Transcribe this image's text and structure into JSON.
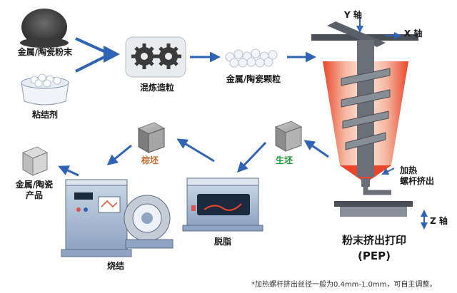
{
  "labels": {
    "metal_ceramic_powder": "金属/陶瓷粉末",
    "binder": "粘结剂",
    "mixing_granulation": "混炼造粒",
    "metal_ceramic_granules": "金属/陶瓷颗粒",
    "y_axis": "Y 轴",
    "x_axis": "X 轴",
    "z_axis": "Z 轴",
    "heated_screw_extrusion": "加热\n螺杆挤出",
    "pep_title": "粉末挤出打印",
    "pep_abbr": "(PEP)",
    "green_body": "生坯",
    "brown_body": "棕坯",
    "debinding": "脱脂",
    "sintering": "烧结",
    "product": "金属/陶瓷\n产品",
    "footnote": "*加热螺杆挤出丝径一般为0.4mm-1.0mm，可自主调整。"
  },
  "colors": {
    "arrow": "#2f63b5",
    "brown_text": "#c46a2b",
    "green_text": "#1f9b3b",
    "heat": "#e8452a"
  }
}
